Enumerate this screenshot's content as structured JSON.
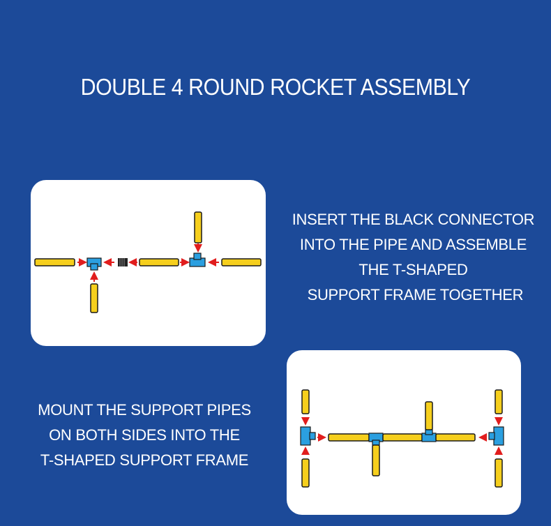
{
  "title": "DOUBLE 4 ROUND ROCKET ASSEMBLY",
  "steps": [
    {
      "lines": [
        "INSERT THE BLACK CONNECTOR",
        "INTO THE PIPE AND ASSEMBLE",
        "THE T-SHAPED",
        " SUPPORT FRAME TOGETHER"
      ]
    },
    {
      "lines": [
        "MOUNT THE SUPPORT PIPES",
        "ON BOTH SIDES INTO THE",
        "T-SHAPED SUPPORT FRAME"
      ]
    }
  ],
  "colors": {
    "background": "#1c4a99",
    "pipe": "#f6cf1d",
    "pipe_outline": "#1a1a1a",
    "connector": "#2b9fe0",
    "arrow": "#e11d1d",
    "black_connector": "#222222"
  }
}
